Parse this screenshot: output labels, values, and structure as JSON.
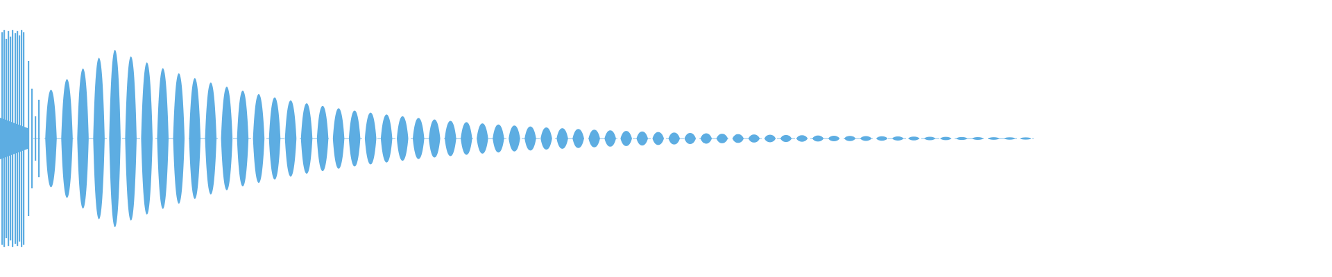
{
  "waveform": {
    "color": "#5dade2",
    "background": "#ffffff",
    "description_kind": "audio-waveform",
    "attack": {
      "burst_count": 7,
      "peak_level": 0.97
    },
    "body": {
      "lobe_count": 62,
      "peak_level": 0.8,
      "end_level": 0.01,
      "decay": "exponential"
    }
  }
}
